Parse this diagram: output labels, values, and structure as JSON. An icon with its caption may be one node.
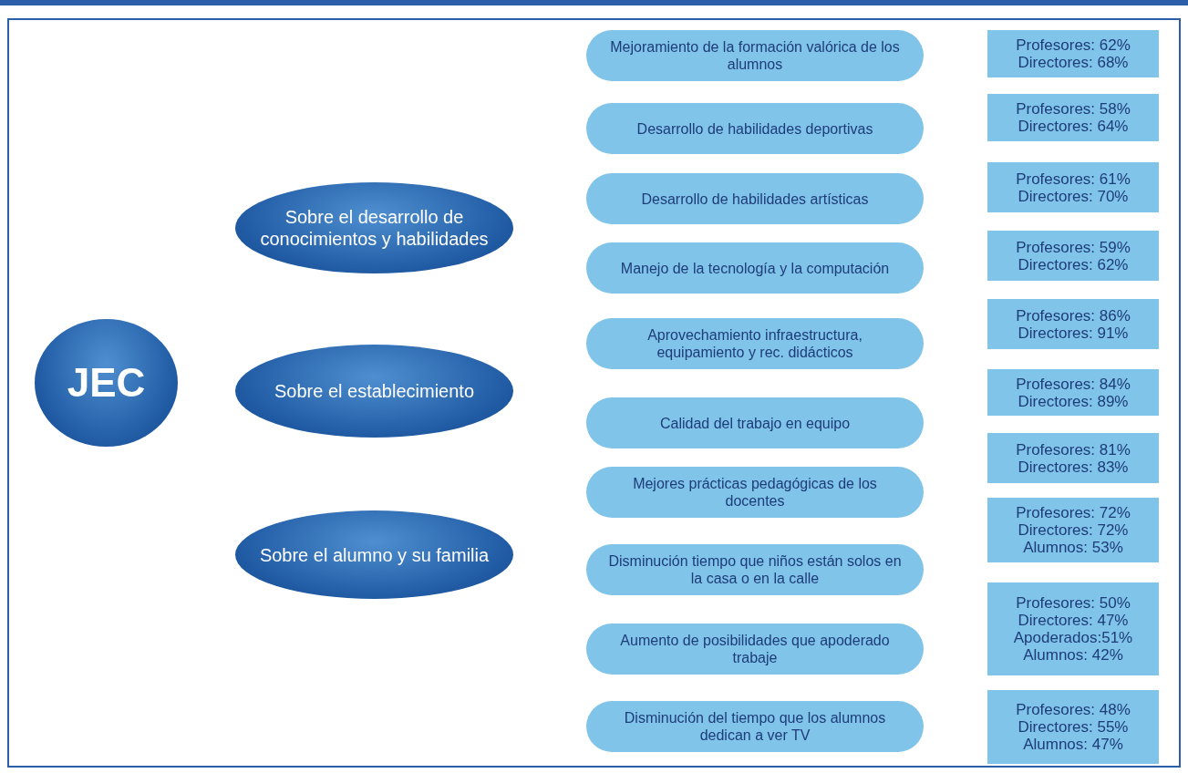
{
  "diagram": {
    "nodes": [
      {
        "text": [
          "JEC"
        ]
      },
      {
        "text": [
          "Sobre el desarrollo de conocimientos y habilidades"
        ]
      },
      {
        "text": [
          "Sobre el establecimiento"
        ]
      },
      {
        "text": [
          "Sobre el alumno y su familia"
        ]
      },
      {
        "text": [
          "Mejoramiento de la formación valórica de los alumnos"
        ]
      },
      {
        "text": [
          "Desarrollo de habilidades deportivas"
        ]
      },
      {
        "text": [
          "Desarrollo de habilidades artísticas"
        ]
      },
      {
        "text": [
          "Manejo de la tecnología y la computación"
        ]
      },
      {
        "text": [
          "Aprovechamiento infraestructura, equipamiento y rec. didácticos"
        ]
      },
      {
        "text": [
          "Calidad del trabajo en equipo"
        ]
      },
      {
        "text": [
          "Mejores prácticas pedagógicas de los docentes"
        ]
      },
      {
        "text": [
          "Disminución tiempo que niños están solos en la casa o en la calle"
        ]
      },
      {
        "text": [
          "Aumento de posibilidades que apoderado trabaje"
        ]
      },
      {
        "text": [
          "Disminución del tiempo que los alumnos dedican a ver TV"
        ]
      },
      {
        "text": [
          "Profesores: 62%",
          "Directores: 68%"
        ]
      },
      {
        "text": [
          "Profesores: 58%",
          "Directores: 64%"
        ]
      },
      {
        "text": [
          "Profesores: 61%",
          "Directores: 70%"
        ]
      },
      {
        "text": [
          "Profesores: 59%",
          "Directores: 62%"
        ]
      },
      {
        "text": [
          "Profesores: 86%",
          "Directores: 91%"
        ]
      },
      {
        "text": [
          "Profesores: 84%",
          "Directores: 89%"
        ]
      },
      {
        "text": [
          "Profesores: 81%",
          "Directores: 83%"
        ]
      },
      {
        "text": [
          "Profesores: 72%",
          "Directores: 72%",
          "Alumnos: 53%"
        ]
      },
      {
        "text": [
          "Profesores: 50%",
          "Directores: 47%",
          "Apoderados:51%",
          "Alumnos: 42%"
        ]
      },
      {
        "text": [
          "Profesores: 48%",
          "Directores: 55%",
          "Alumnos: 47%"
        ]
      }
    ]
  }
}
